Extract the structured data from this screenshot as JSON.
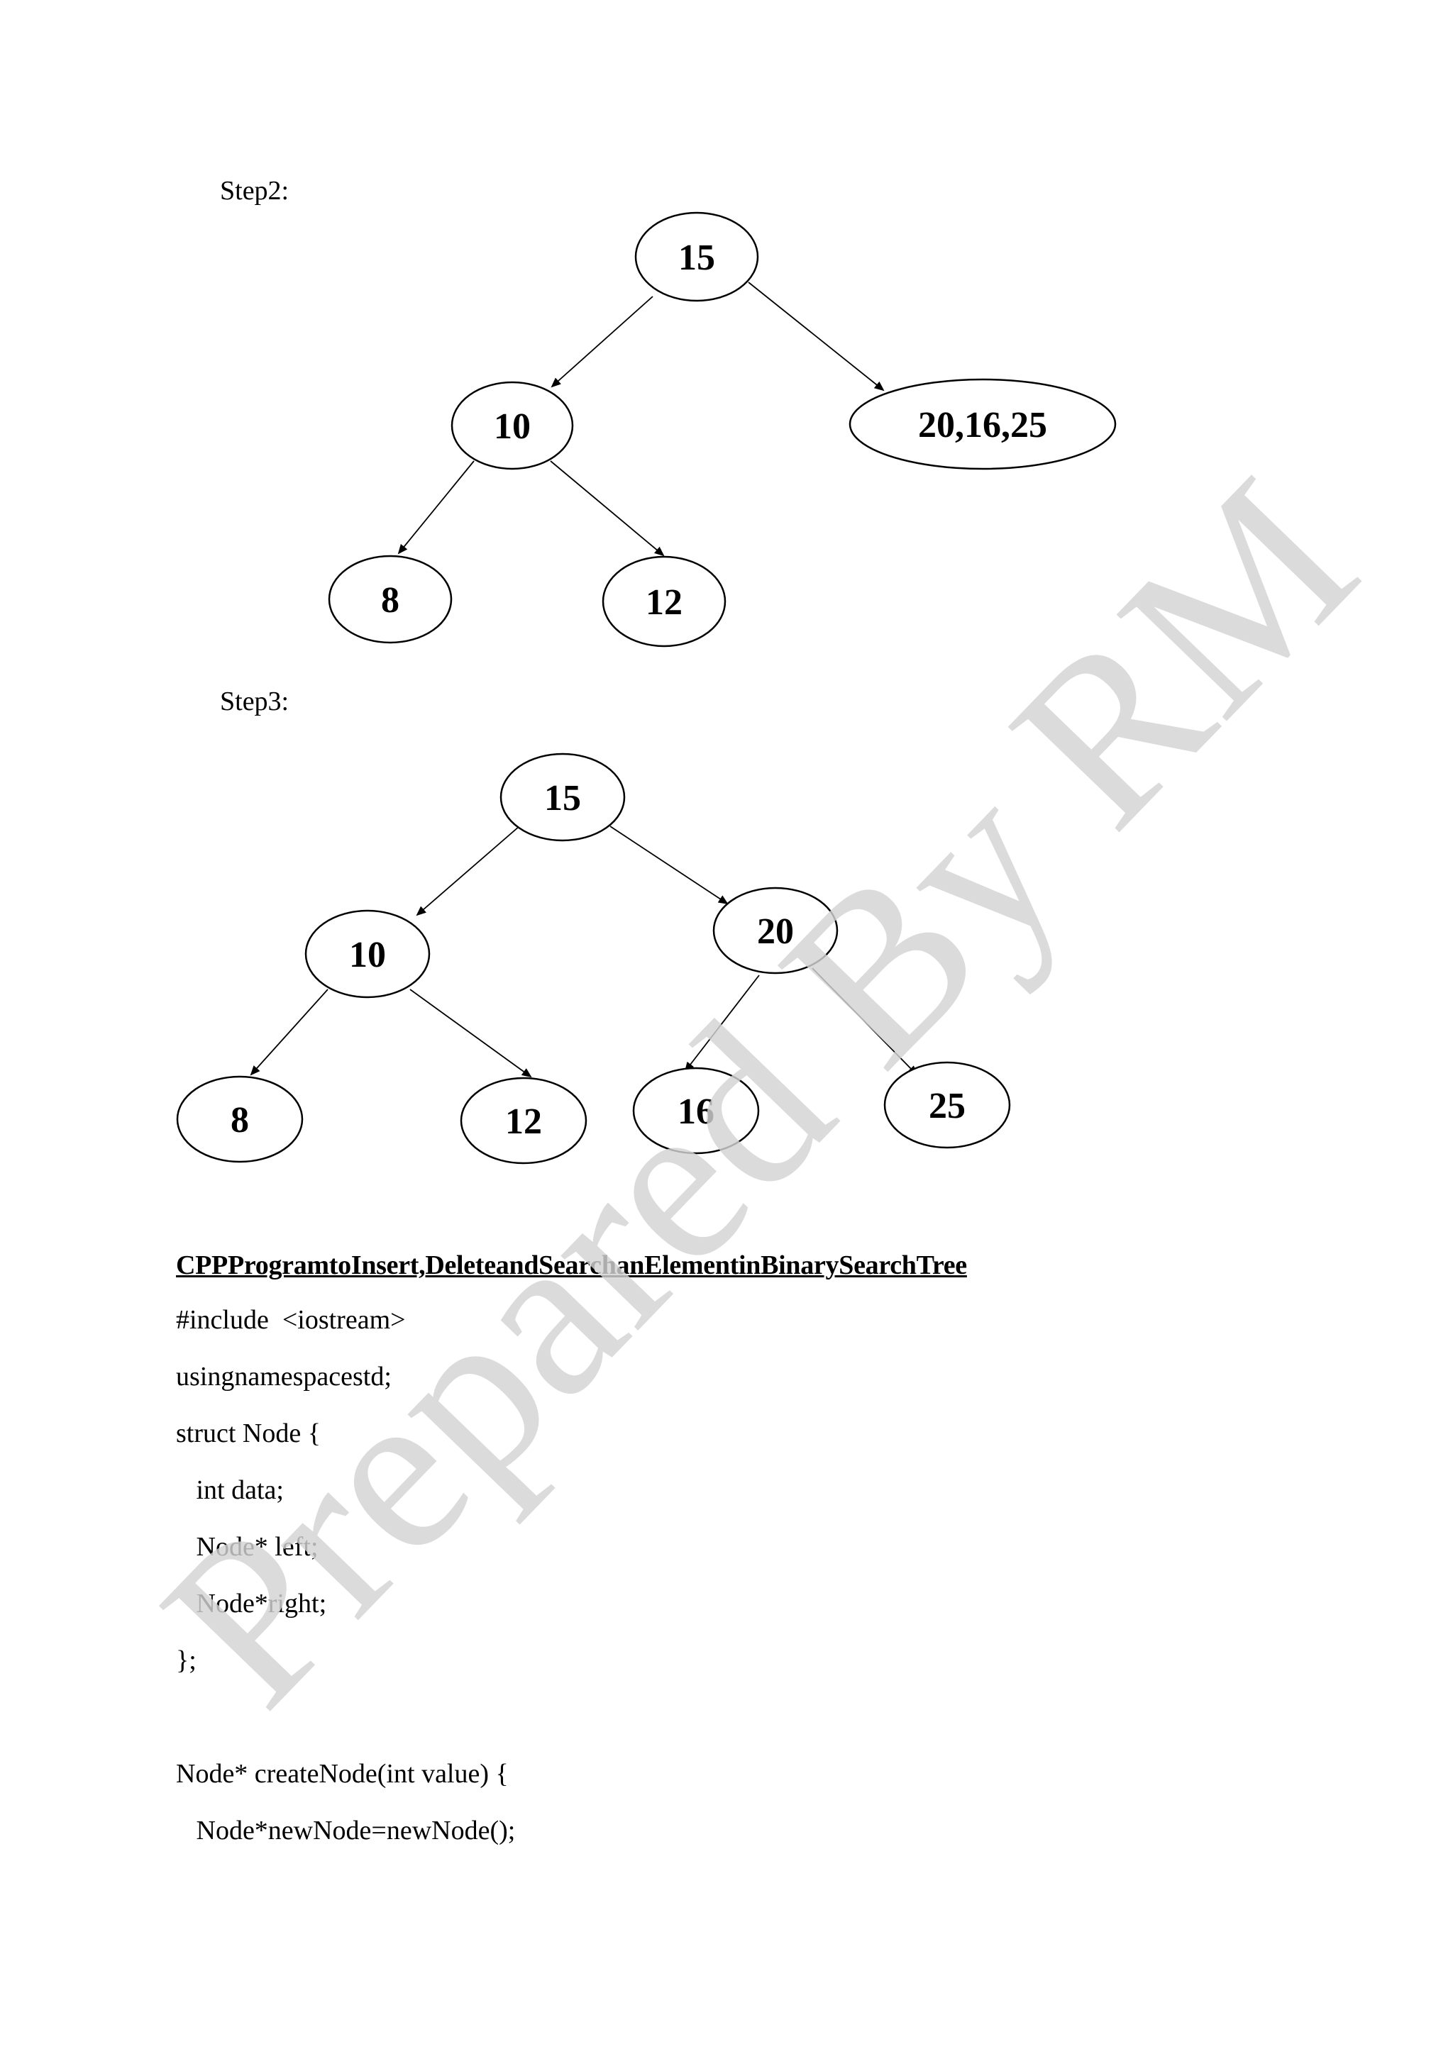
{
  "document": {
    "step2_label": "Step2:",
    "step3_label": "Step3:",
    "step2_tree": {
      "root": "15",
      "left": "10",
      "right": "20,16,25",
      "left_left": "8",
      "left_right": "12"
    },
    "step3_tree": {
      "root": "15",
      "left": "10",
      "right": "20",
      "left_left": "8",
      "left_right": "12",
      "right_left": "16",
      "right_right": "25"
    },
    "heading": "CPPProgramtoInsert,DeleteandSearchanElementinBinarySearchTree",
    "code_lines": [
      "#include  <iostream>",
      "usingnamespacestd;",
      "struct Node {",
      "   int data;",
      "   Node* left;",
      "   Node*right;",
      "};",
      "Node* createNode(int value) {",
      "   Node*newNode=newNode();"
    ],
    "watermark": "Prepared By RM"
  }
}
